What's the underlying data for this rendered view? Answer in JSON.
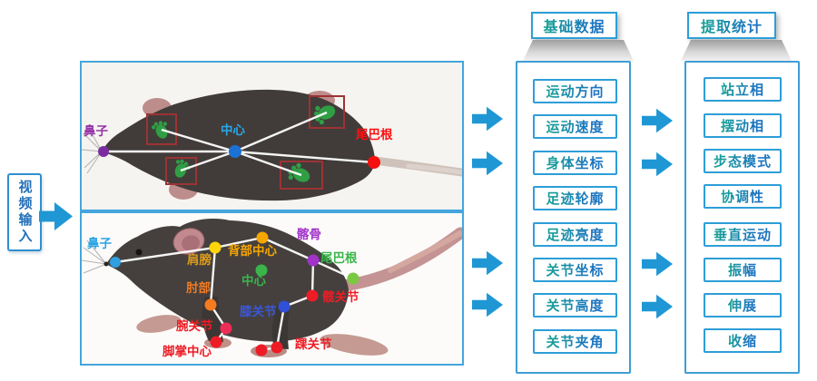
{
  "input_box": {
    "label": "视频输入"
  },
  "panels": {
    "top_view": {
      "keypoints": [
        {
          "name": "nose",
          "label": "鼻子",
          "label_color": "#9733a8",
          "dot_color": "#7b2da0"
        },
        {
          "name": "center",
          "label": "中心",
          "label_color": "#29a8e8",
          "dot_color": "#1c72d4"
        },
        {
          "name": "tail-base",
          "label": "尾巴根",
          "label_color": "#ff0f0f",
          "dot_color": "#f50f0f"
        }
      ],
      "paw_box_color": "#9c3333",
      "paw_color": "#2f9e44"
    },
    "side_view": {
      "keypoints": [
        {
          "name": "nose",
          "label": "鼻子",
          "label_color": "#29a3e3",
          "dot_color": "#2f9fe0"
        },
        {
          "name": "shoulder",
          "label": "肩膀",
          "label_color": "#dd9c1c",
          "dot_color": "#ffd60a"
        },
        {
          "name": "back-center",
          "label": "背部中心",
          "label_color": "#f7a600",
          "dot_color": "#f7a600"
        },
        {
          "name": "center",
          "label": "中心",
          "label_color": "#39b54a",
          "dot_color": "#39b54a"
        },
        {
          "name": "elbow",
          "label": "肘部",
          "label_color": "#f47b20",
          "dot_color": "#f47b20"
        },
        {
          "name": "wrist",
          "label": "腕关节",
          "label_color": "#ee1c25",
          "dot_color": "#ee2d56"
        },
        {
          "name": "paw-center",
          "label": "脚掌中心",
          "label_color": "#ee1c25",
          "dot_color": "#ee1c25"
        },
        {
          "name": "knee",
          "label": "膝关节",
          "label_color": "#3b57d8",
          "dot_color": "#3050d8"
        },
        {
          "name": "ankle",
          "label": "踝关节",
          "label_color": "#ee1c25",
          "dot_color": "#ee1c25"
        },
        {
          "name": "ilium",
          "label": "髂骨",
          "label_color": "#a233c9",
          "dot_color": "#a233c9"
        },
        {
          "name": "tail-base",
          "label": "尾巴根",
          "label_color": "#39b54a",
          "dot_color": "#7ac943"
        },
        {
          "name": "hip",
          "label": "髋关节",
          "label_color": "#ee1c25",
          "dot_color": "#ee1c25"
        }
      ]
    }
  },
  "columns": [
    {
      "header": "基础数据",
      "items": [
        "运动方向",
        "运动速度",
        "身体坐标",
        "足迹轮廓",
        "足迹亮度",
        "关节坐标",
        "关节高度",
        "关节夹角"
      ]
    },
    {
      "header": "提取统计",
      "items": [
        "站立相",
        "摆动相",
        "步态模式",
        "协调性",
        "垂直运动",
        "振幅",
        "伸展",
        "收缩"
      ]
    }
  ],
  "colors": {
    "arrow": "#1f97d5",
    "panel_border": "#45a5dc",
    "container_border": "#3e9ed6",
    "button_border": "#2d9ed8",
    "button_text_gradient_start": "#16a095",
    "button_text_gradient_end": "#1b74c0",
    "input_text": "#2470b8"
  }
}
